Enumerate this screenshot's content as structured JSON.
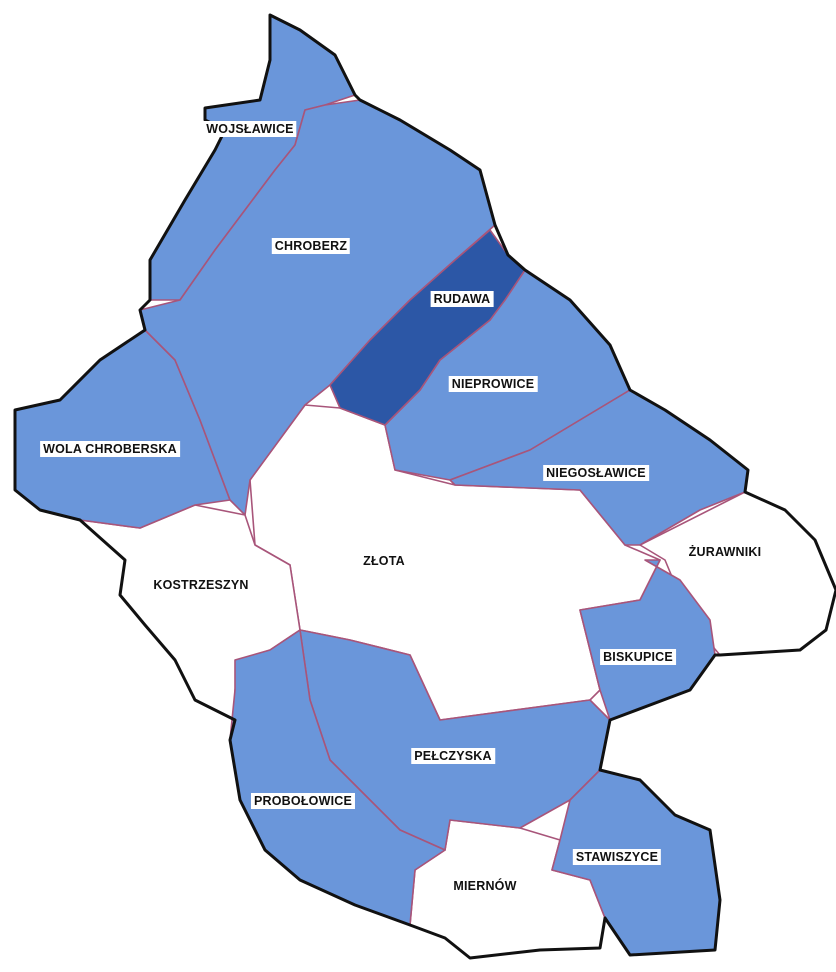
{
  "colors": {
    "selected": "#6a96da",
    "highlighted": "#2c57a6",
    "unselected": "#ffffff",
    "border": "#a8557a",
    "outline": "#111111"
  },
  "regions": {
    "wojslawice": {
      "label": "WOJSŁAWICE",
      "state": "selected"
    },
    "chroberz": {
      "label": "CHROBERZ",
      "state": "selected"
    },
    "rudawa": {
      "label": "RUDAWA",
      "state": "highlighted"
    },
    "nieprowice": {
      "label": "NIEPROWICE",
      "state": "selected"
    },
    "wola_chroberska": {
      "label": "WOLA CHROBERSKA",
      "state": "selected"
    },
    "niegoslawice": {
      "label": "NIEGOSŁAWICE",
      "state": "selected"
    },
    "zlota": {
      "label": "ZŁOTA",
      "state": "unselected"
    },
    "zurawniki": {
      "label": "ŻURAWNIKI",
      "state": "unselected"
    },
    "kostrzeszyn": {
      "label": "KOSTRZESZYN",
      "state": "unselected"
    },
    "biskupice": {
      "label": "BISKUPICE",
      "state": "selected"
    },
    "pelczyska": {
      "label": "PEŁCZYSKA",
      "state": "selected"
    },
    "probolowice": {
      "label": "PROBOŁOWICE",
      "state": "selected"
    },
    "stawiszyce": {
      "label": "STAWISZYCE",
      "state": "selected"
    },
    "miernow": {
      "label": "MIERNÓW",
      "state": "unselected"
    }
  }
}
